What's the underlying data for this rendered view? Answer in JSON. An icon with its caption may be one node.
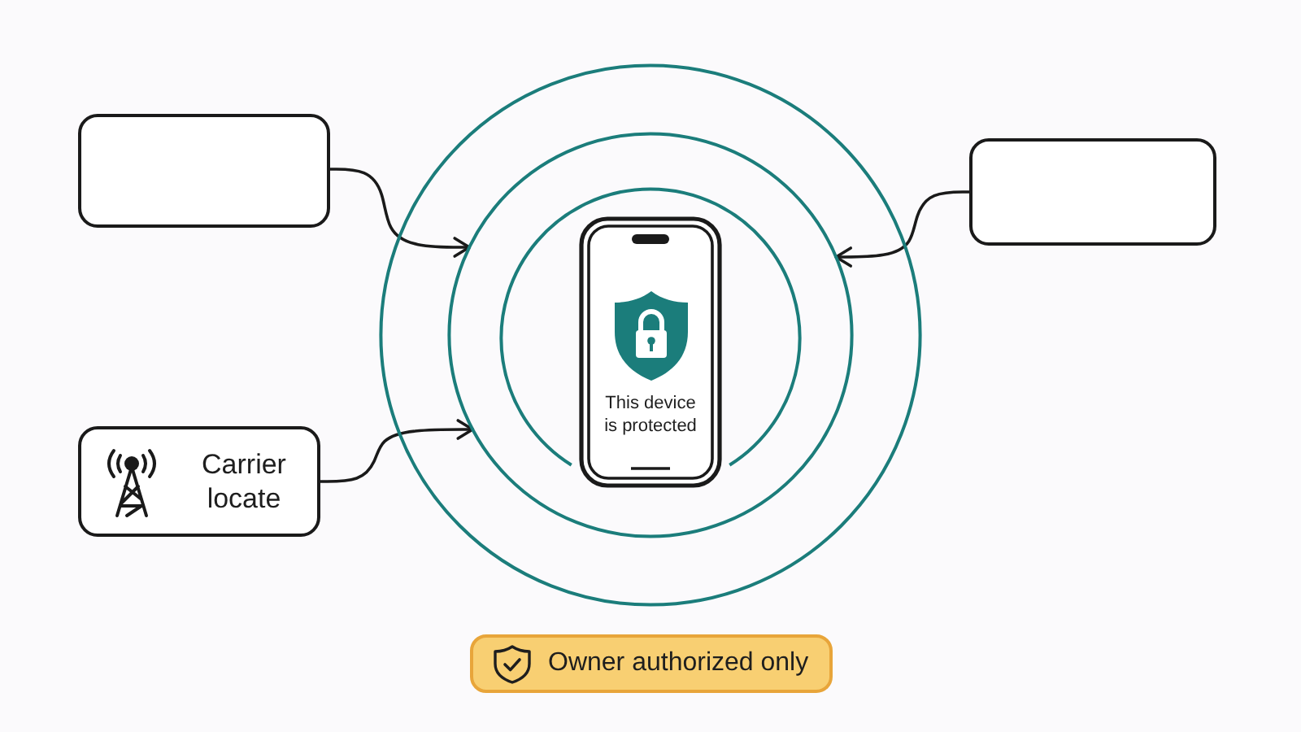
{
  "diagram": {
    "nodes": [
      {
        "text": [],
        "shape": "box"
      },
      {
        "text": [],
        "shape": "box"
      },
      {
        "text": [],
        "shape": "circle"
      },
      {
        "text": [],
        "shape": "circle",
        "in": 2
      },
      {
        "text": [],
        "shape": "circle",
        "in": 3
      },
      {
        "text": [
          "This device is protected"
        ],
        "in": 4
      },
      {
        "text": [
          "Carrier locate"
        ]
      },
      {
        "text": [
          "Owner authorized only"
        ]
      }
    ],
    "edges": [
      {
        "from": 0,
        "to": 3,
        "arrow": "to"
      },
      {
        "from": 1,
        "to": 3,
        "arrow": "to"
      },
      {
        "from": 6,
        "to": 3,
        "arrow": "to"
      }
    ]
  }
}
